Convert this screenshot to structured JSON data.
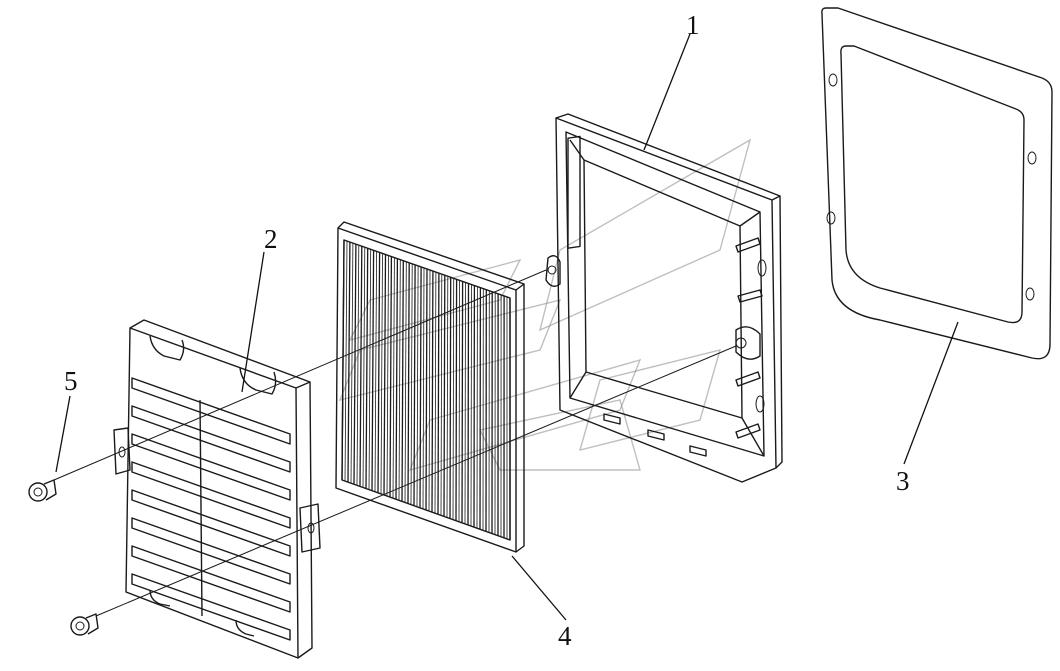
{
  "callouts": [
    {
      "id": "1",
      "label": "1"
    },
    {
      "id": "2",
      "label": "2"
    },
    {
      "id": "3",
      "label": "3"
    },
    {
      "id": "4",
      "label": "4"
    },
    {
      "id": "5",
      "label": "5"
    }
  ],
  "colors": {
    "line": "#1a1a1a",
    "background": "#ffffff",
    "watermark": "#8a8a8a"
  }
}
